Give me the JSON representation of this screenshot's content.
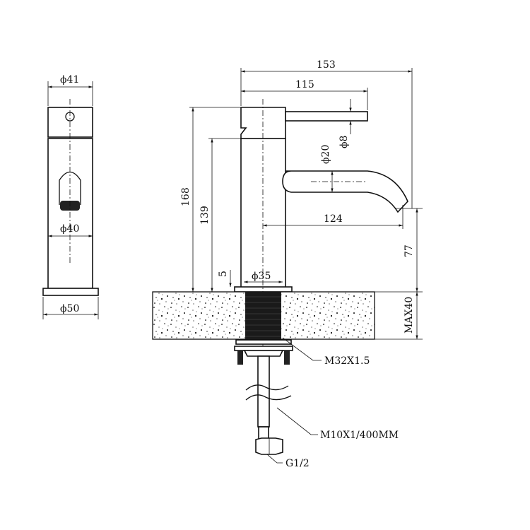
{
  "side_view": {
    "top_diameter": "ϕ41",
    "body_diameter": "ϕ40",
    "base_diameter": "ϕ50"
  },
  "front_view": {
    "overall_reach": "153",
    "handle_length": "115",
    "overall_height": "168",
    "spout_base_height": "139",
    "spout_diameter": "ϕ20",
    "handle_diameter": "ϕ8",
    "spout_reach": "124",
    "spout_clearance": "77",
    "flange_thickness": "5",
    "flange_diameter": "ϕ35",
    "max_counter_thickness": "MAX40"
  },
  "callouts": {
    "mount_thread": "M32X1.5",
    "hose": "M10X1/400MM",
    "inlet": "G1/2"
  }
}
